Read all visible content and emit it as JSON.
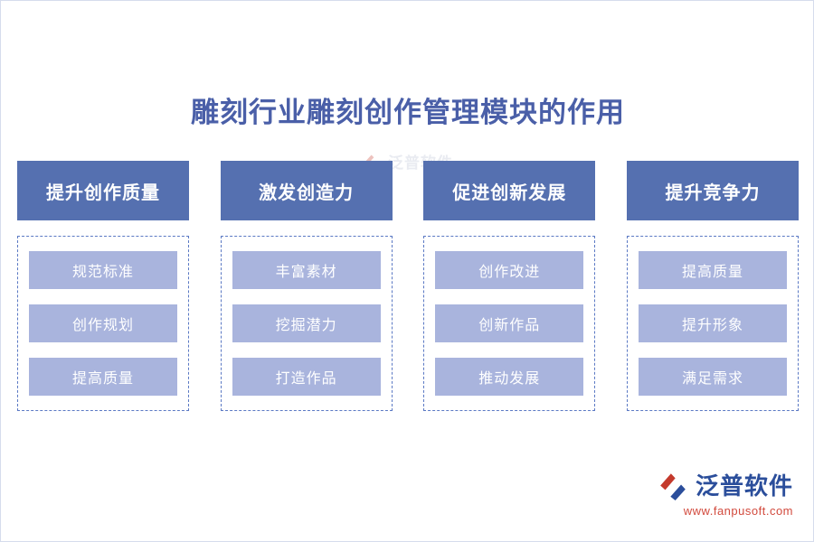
{
  "page": {
    "title": "雕刻行业雕刻创作管理模块的作用",
    "title_color": "#4a5fa8",
    "header_color": "#5570b0",
    "item_color": "#a9b4dd",
    "border_color": "#5b79c4"
  },
  "watermark": {
    "text": "泛普软件",
    "icon": "fanpu-logo-icon"
  },
  "columns": [
    {
      "header": "提升创作质量",
      "items": [
        "规范标准",
        "创作规划",
        "提高质量"
      ]
    },
    {
      "header": "激发创造力",
      "items": [
        "丰富素材",
        "挖掘潜力",
        "打造作品"
      ]
    },
    {
      "header": "促进创新发展",
      "items": [
        "创作改进",
        "创新作品",
        "推动发展"
      ]
    },
    {
      "header": "提升竞争力",
      "items": [
        "提高质量",
        "提升形象",
        "满足需求"
      ]
    }
  ],
  "logo": {
    "name": "泛普软件",
    "url": "www.fanpusoft.com",
    "icon": "fanpu-logo-icon",
    "name_color": "#2b4e9b",
    "url_color": "#d24a3d"
  }
}
